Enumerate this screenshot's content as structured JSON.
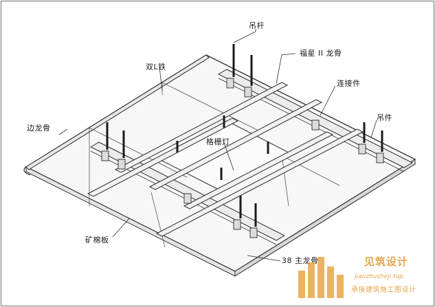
{
  "labels": {
    "hanger_rod": "吊杆",
    "double_l_iron": "双L铁",
    "fuxing_keel": "福星 II 龙骨",
    "connector": "连接件",
    "edge_keel": "边龙骨",
    "hanger_piece": "吊件",
    "grille_light": "格栅灯",
    "mineral_board": "矿棉板",
    "main_keel_38": "38 主龙骨"
  },
  "watermark": {
    "title": "见筑设计",
    "url": "jianzhusheji.top",
    "subtitle": "承接建筑施工图设计"
  },
  "colors": {
    "line": "#2b2b2b",
    "board": "#f7f7f7",
    "keel_fill": "#ececec",
    "watermark": "#e7a64a"
  }
}
